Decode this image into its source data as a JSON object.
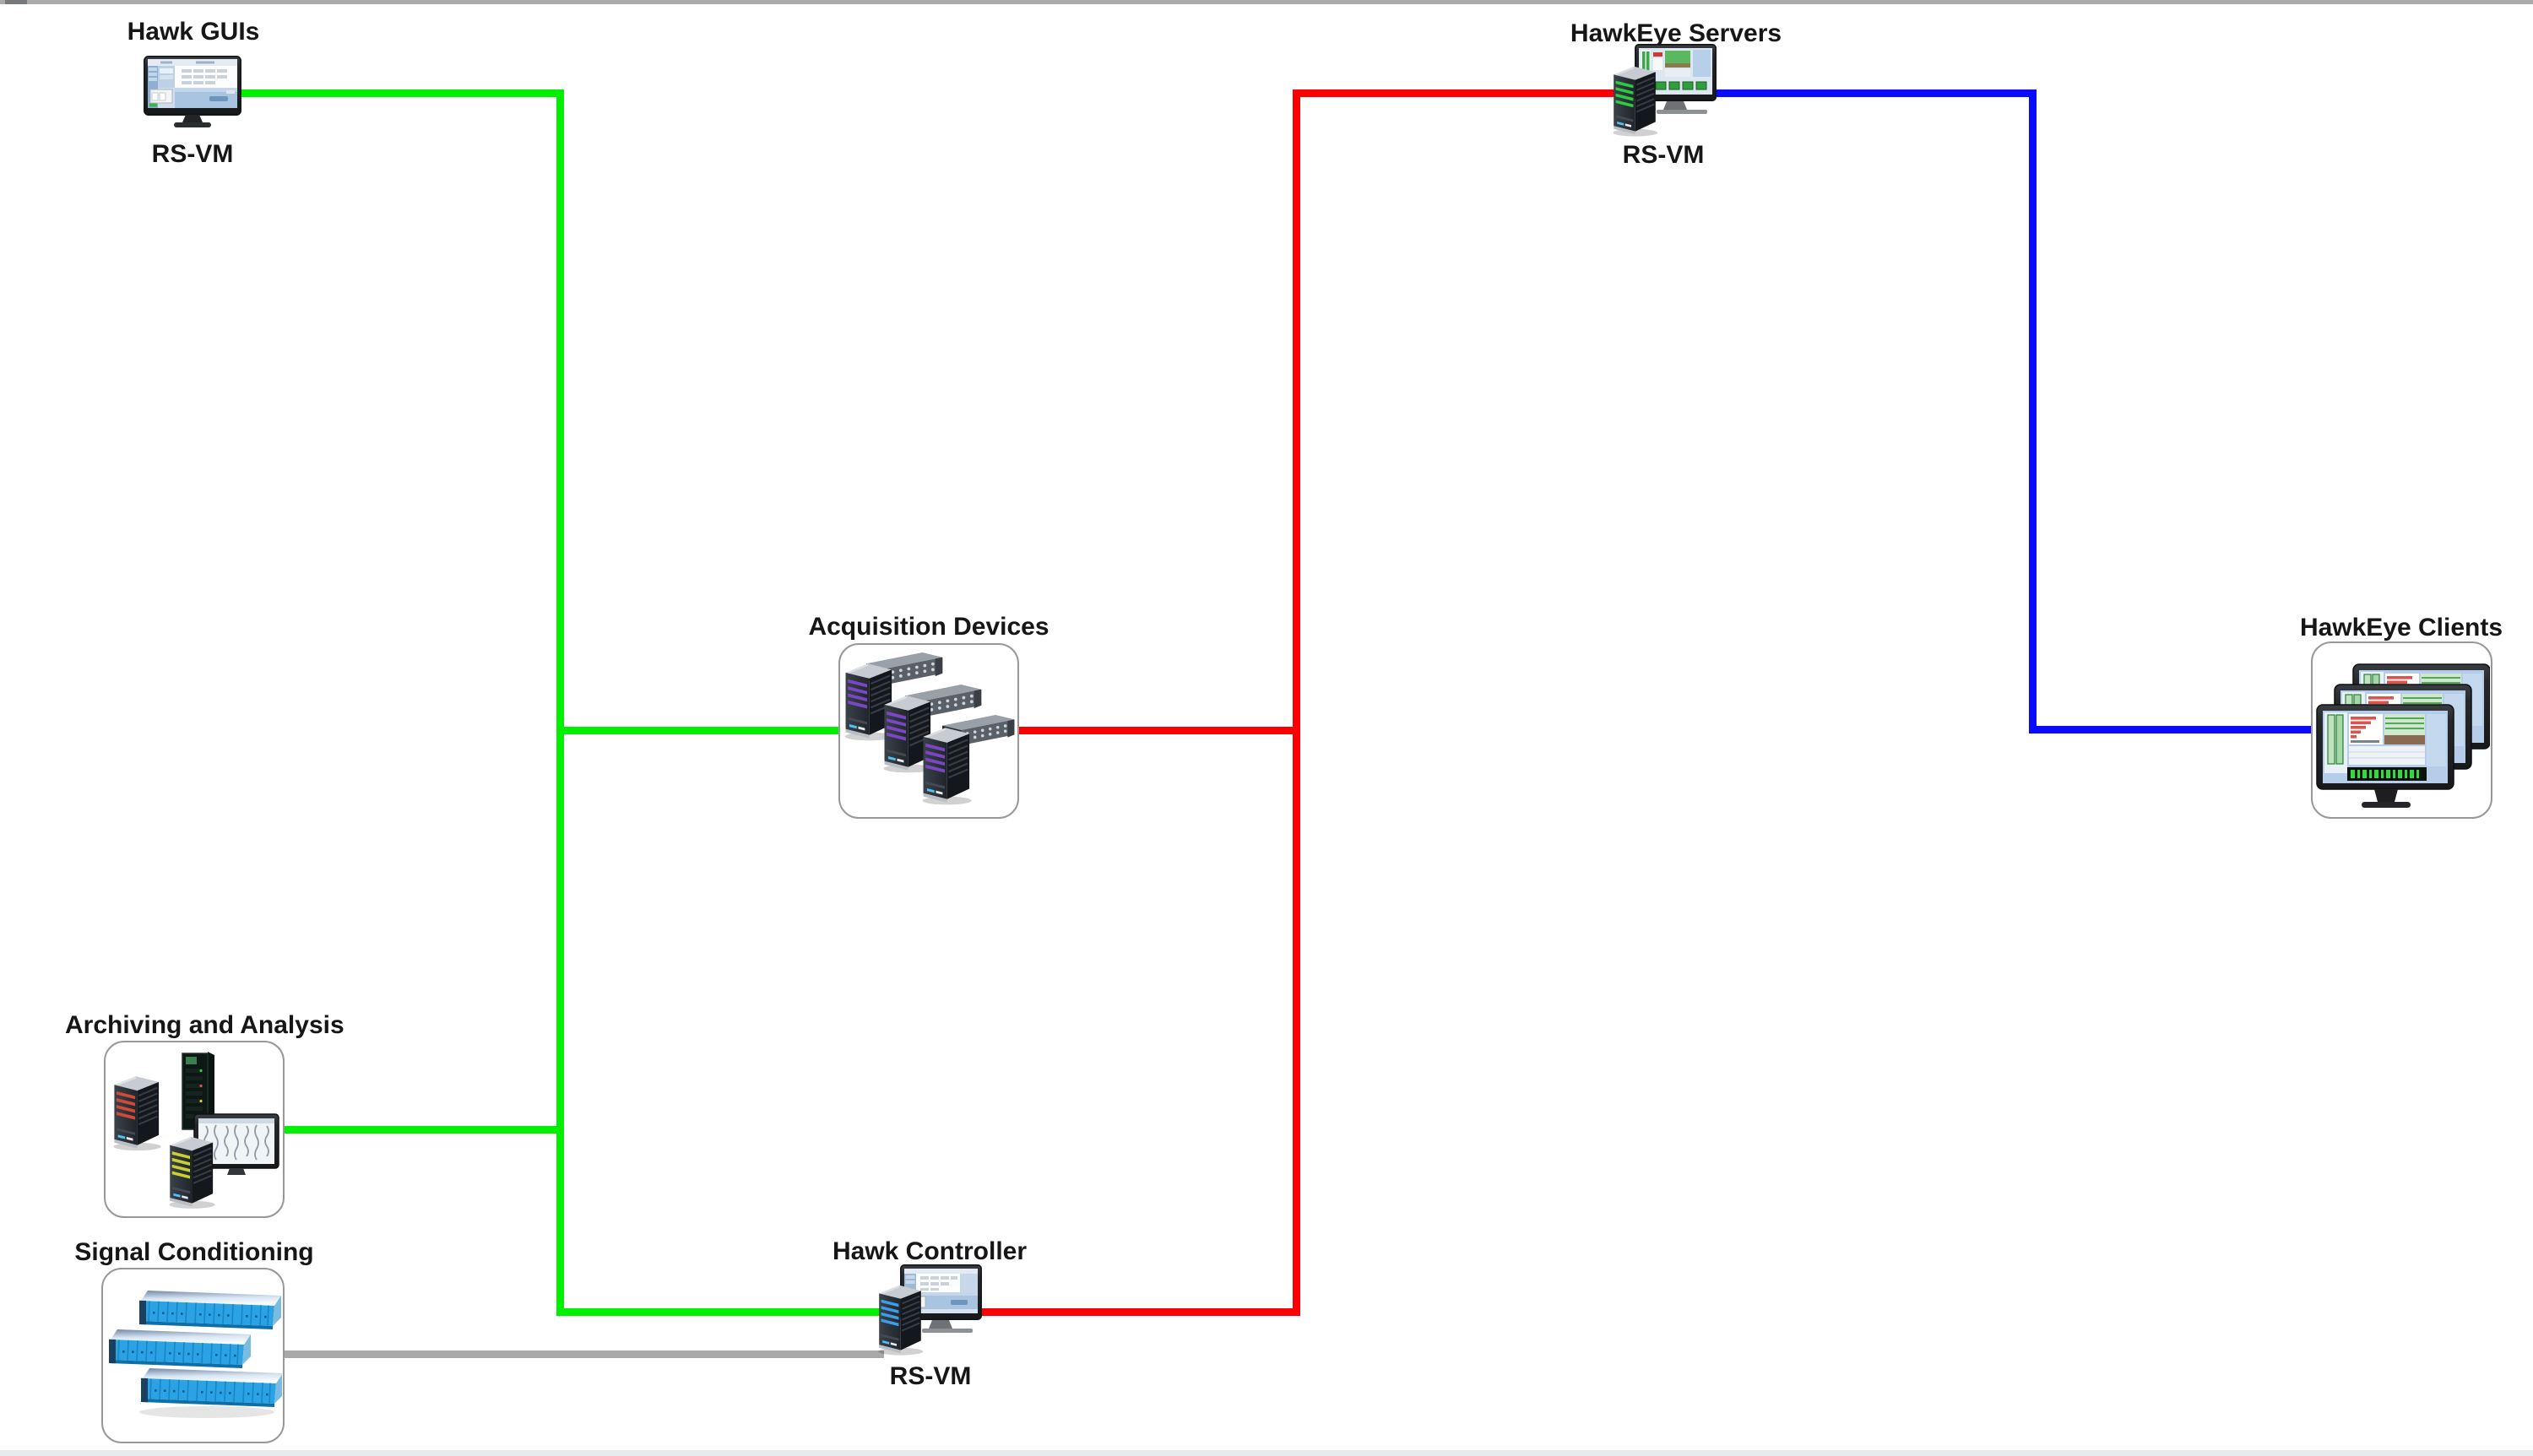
{
  "page": {
    "background": "#ffffff",
    "top_bar_color": "#ababab",
    "bottom_bar_color": "#e7ebef"
  },
  "connections": {
    "green": "#00f000",
    "red": "#fb0000",
    "blue": "#0a0aff",
    "gray": "#a9a9a9"
  },
  "nodes": {
    "hawk_guis": {
      "title": "Hawk GUIs",
      "vm_label": "RS-VM"
    },
    "hawkeye_servers": {
      "title": "HawkEye Servers",
      "vm_label": "RS-VM"
    },
    "acquisition_devices": {
      "title": "Acquisition Devices"
    },
    "hawkeye_clients": {
      "title": "HawkEye Clients"
    },
    "archiving_and_analysis": {
      "title": "Archiving and Analysis"
    },
    "signal_conditioning": {
      "title": "Signal Conditioning"
    },
    "hawk_controller": {
      "title": "Hawk Controller",
      "vm_label": "RS-VM"
    }
  }
}
